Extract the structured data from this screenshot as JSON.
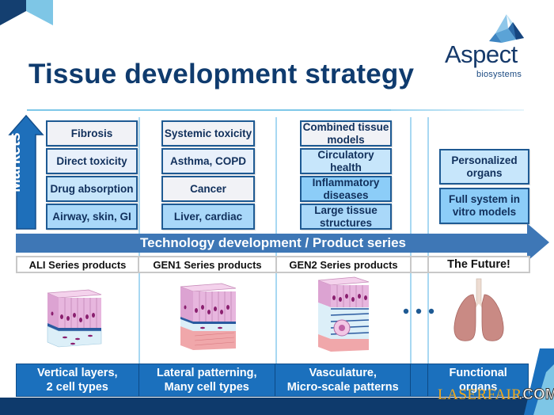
{
  "title": "Tissue development strategy",
  "logo": {
    "name": "Aspect",
    "subtitle": "biosystems",
    "icon": "triangle-logo-icon"
  },
  "markets_axis": {
    "label": "Markets",
    "icon": "arrow-up-icon"
  },
  "columns": [
    {
      "series": "ALI Series products",
      "markets": [
        "Fibrosis",
        "Direct toxicity",
        "Drug absorption",
        "Airway, skin, GI"
      ],
      "illustration": "tissue-block-2-layer-icon",
      "capability": [
        "Vertical layers,",
        "2 cell types"
      ]
    },
    {
      "series": "GEN1 Series products",
      "markets": [
        "Systemic toxicity",
        "Asthma, COPD",
        "Cancer",
        "Liver, cardiac"
      ],
      "illustration": "tissue-block-muscle-icon",
      "capability": [
        "Lateral patterning,",
        "Many cell types"
      ]
    },
    {
      "series": "GEN2 Series products",
      "markets": [
        "Combined tissue models",
        "Circulatory health",
        "Inflammatory diseases",
        "Large tissue structures"
      ],
      "illustration": "tissue-block-vascular-icon",
      "capability": [
        "Vasculature,",
        "Micro-scale patterns"
      ]
    },
    {
      "series": "The Future!",
      "markets": [
        "Personalized organs",
        "Full system in vitro models"
      ],
      "illustration": "lungs-icon",
      "capability": [
        "Functional",
        "organs"
      ]
    }
  ],
  "tech_bar": {
    "label": "Technology development / Product series",
    "icon": "arrow-right-icon"
  },
  "ellipsis_icon": "ellipsis-dots-icon",
  "watermark": {
    "text": "LASERFAIR",
    "suffix": ".COM"
  },
  "colors": {
    "title": "#0f3b6e",
    "accent": "#1b70bd",
    "tech_bar": "#3e77b6",
    "footer": "#0e3a6c",
    "divider": "#a8d8f2"
  }
}
